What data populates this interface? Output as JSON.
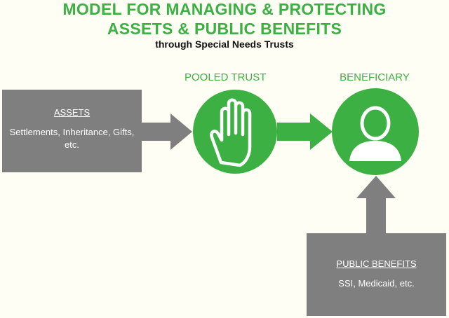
{
  "title": {
    "line1": "MODEL FOR MANAGING & PROTECTING",
    "line2": "ASSETS & PUBLIC BENEFITS",
    "subtitle": "through Special Needs Trusts"
  },
  "nodes": {
    "pooled_trust": {
      "label": "POOLED TRUST",
      "icon": "raised-hand-icon"
    },
    "beneficiary": {
      "label": "BENEFICIARY",
      "icon": "person-icon"
    }
  },
  "boxes": {
    "assets": {
      "heading": "ASSETS",
      "text": "Settlements, Inheritance, Gifts, etc."
    },
    "public_benefits": {
      "heading": "PUBLIC BENEFITS",
      "text": "SSI, Medicaid, etc."
    }
  },
  "colors": {
    "green": "#3cb043",
    "gray": "#7f7f7f",
    "background": "#fefef4"
  }
}
